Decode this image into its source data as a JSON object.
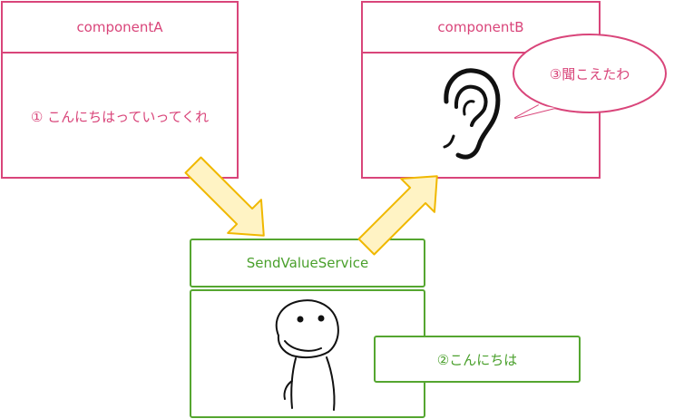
{
  "componentA": {
    "title": "componentA",
    "message": "① こんにちはっていってくれ"
  },
  "componentB": {
    "title": "componentB",
    "speech": "③聞こえたわ"
  },
  "service": {
    "title": "SendValueService",
    "value": "②こんにちは"
  },
  "colors": {
    "component": "#d9457a",
    "service": "#55a630",
    "arrow_fill": "#fff3c4",
    "arrow_stroke": "#f0b800"
  },
  "icons": {
    "ear": "ear-icon",
    "character": "face-sketch-icon"
  }
}
